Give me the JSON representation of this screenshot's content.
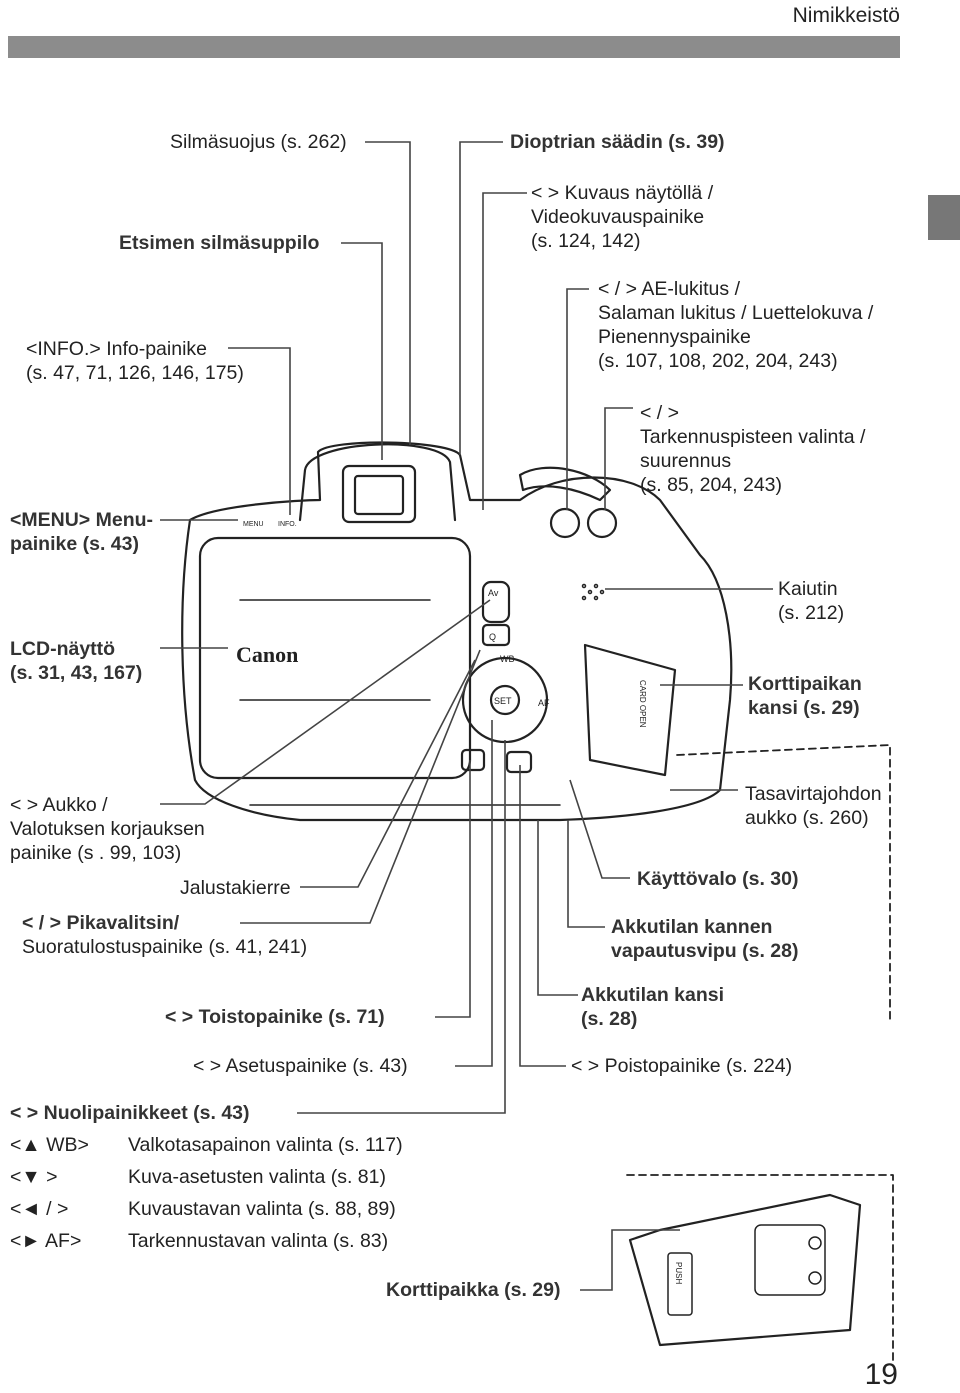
{
  "header": {
    "section": "Nimikkeistö",
    "page_number": "19"
  },
  "labels": {
    "silmasuojus": "Silmäsuojus (s. 262)",
    "dioptria": "Dioptrian säädin (s. 39)",
    "etsin": "Etsimen silmäsuppilo",
    "kuvaus_l1": "<  > Kuvaus näytöllä /",
    "kuvaus_l2": "Videokuvauspainike",
    "kuvaus_l3": "(s. 124, 142)",
    "ae_l1": "<  /   > AE-lukitus /",
    "ae_l2": "Salaman lukitus / Luettelokuva /",
    "ae_l3": "Pienennyspainike",
    "ae_l4": "(s. 107, 108, 202, 204, 243)",
    "info_l1": "<INFO.> Info-painike",
    "info_l2": "(s. 47, 71, 126, 146, 175)",
    "tark_l1": "<  /  >",
    "tark_l2": "Tarkennuspisteen valinta /",
    "tark_l3": "suurennus",
    "tark_l4": "(s. 85, 204, 243)",
    "menu_l1": "<MENU> Menu-",
    "menu_l2": "painike (s. 43)",
    "kaiutin_l1": "Kaiutin",
    "kaiutin_l2": "(s. 212)",
    "lcd_l1": "LCD-näyttö",
    "lcd_l2": "(s. 31, 43, 167)",
    "kortti_kansi_l1": "Korttipaikan",
    "kortti_kansi_l2": "kansi (s. 29)",
    "aukko_l1": "<  > Aukko /",
    "aukko_l2": "Valotuksen korjauksen",
    "aukko_l3": "painike (s . 99, 103)",
    "tasavirta_l1": "Tasavirtajohdon",
    "tasavirta_l2": "aukko (s. 260)",
    "jalusta": "Jalustakierre",
    "kayttovalo": "Käyttövalo (s. 30)",
    "pika_l1": "<  /  > Pikavalitsin/",
    "pika_l2": "Suoratulostuspainike (s. 41, 241)",
    "akkukansi_vipu_l1": "Akkutilan kannen",
    "akkukansi_vipu_l2": "vapautusvipu (s. 28)",
    "akkukansi_l1": "Akkutilan kansi",
    "akkukansi_l2": "(s. 28)",
    "toisto": "<  > Toistopainike (s. 71)",
    "asetus": "<  > Asetuspainike (s. 43)",
    "poisto": "<  > Poistopainike (s. 224)",
    "nuoli_l1": "<  > Nuolipainikkeet (s. 43)",
    "nuoli_l2_pre": "<▲ WB>",
    "nuoli_l2": "Valkotasapainon valinta (s. 117)",
    "nuoli_l3_pre": "<▼   >",
    "nuoli_l3": "Kuva-asetusten valinta (s. 81)",
    "nuoli_l4_pre": "<◄  /  >",
    "nuoli_l4": "Kuvaustavan valinta (s. 88, 89)",
    "nuoli_l5_pre": "<► AF>",
    "nuoli_l5": "Tarkennustavan valinta (s. 83)",
    "korttipaikka": "Korttipaikka (s. 29)"
  },
  "camera": {
    "brand": "Canon",
    "btn_menu": "MENU",
    "btn_info": "INFO.",
    "btn_av": "Av",
    "btn_q": "Q",
    "btn_wb": "WB",
    "btn_set": "SET",
    "btn_af": "AF",
    "card_label": "CARD OPEN",
    "push": "PUSH"
  }
}
